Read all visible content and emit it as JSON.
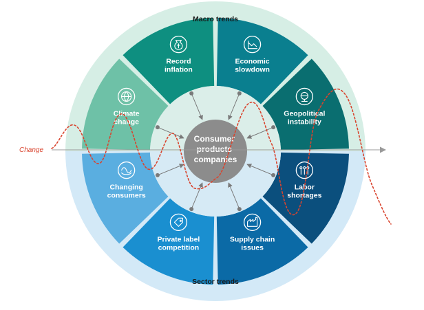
{
  "diagram": {
    "top_label": "Macro trends",
    "bottom_label": "Sector trends",
    "center": [
      "Consumer",
      "products",
      "companies"
    ],
    "axis_label": "Change",
    "segments": [
      {
        "id": "record-inflation",
        "lines": [
          "Record",
          "inflation"
        ],
        "icon": "money-bag-icon",
        "color": "#0e8f80"
      },
      {
        "id": "economic-slowdown",
        "lines": [
          "Economic",
          "slowdown"
        ],
        "icon": "downtrend-chart-icon",
        "color": "#0a7f8f"
      },
      {
        "id": "geopolitical-instability",
        "lines": [
          "Geopolitical",
          "instability"
        ],
        "icon": "globe-stand-icon",
        "color": "#0a6e70"
      },
      {
        "id": "labor-shortages",
        "lines": [
          "Labor",
          "shortages"
        ],
        "icon": "people-group-icon",
        "color": "#0b4f7d"
      },
      {
        "id": "supply-chain-issues",
        "lines": [
          "Supply chain",
          "issues"
        ],
        "icon": "factory-icon",
        "color": "#0b6aa6"
      },
      {
        "id": "private-label-competition",
        "lines": [
          "Private label",
          "competition"
        ],
        "icon": "price-tag-icon",
        "color": "#1a8fd0"
      },
      {
        "id": "changing-consumers",
        "lines": [
          "Changing",
          "consumers"
        ],
        "icon": "wave-cycle-icon",
        "color": "#5aaee0"
      },
      {
        "id": "climate-change",
        "lines": [
          "Climate",
          "change"
        ],
        "icon": "globe-icon",
        "color": "#6ec1a7"
      }
    ],
    "colors": {
      "macro_ring": "#d6eee5",
      "sector_ring": "#d3e9f7",
      "center_circle": "#8c8c8c",
      "arrow": "#7a7a7a",
      "change_curve": "#d9442e",
      "axis": "#9a9a9a"
    }
  }
}
